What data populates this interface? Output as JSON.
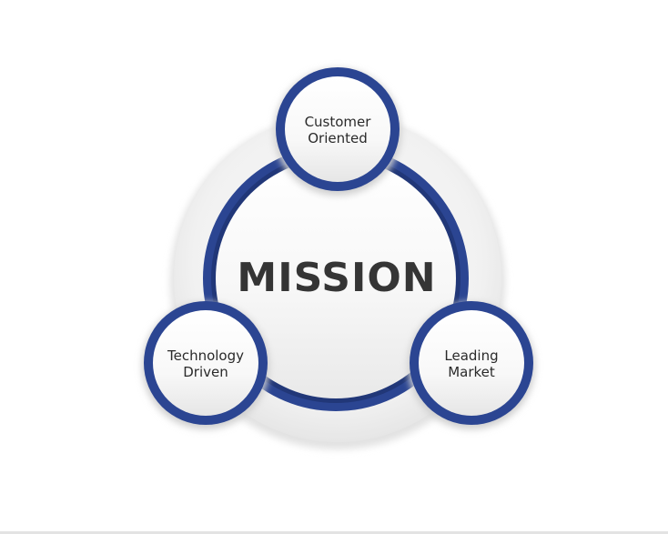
{
  "center": {
    "title": "MISSION"
  },
  "nodes": [
    {
      "line1": "Customer",
      "line2": "Oriented"
    },
    {
      "line1": "Technology",
      "line2": "Driven"
    },
    {
      "line1": "Leading",
      "line2": "Market"
    }
  ],
  "colors": {
    "ring": "#2b4592",
    "ring_dark": "#213778",
    "halo": "#eeeeee",
    "text": "#2a2a2a",
    "title": "#353535"
  }
}
